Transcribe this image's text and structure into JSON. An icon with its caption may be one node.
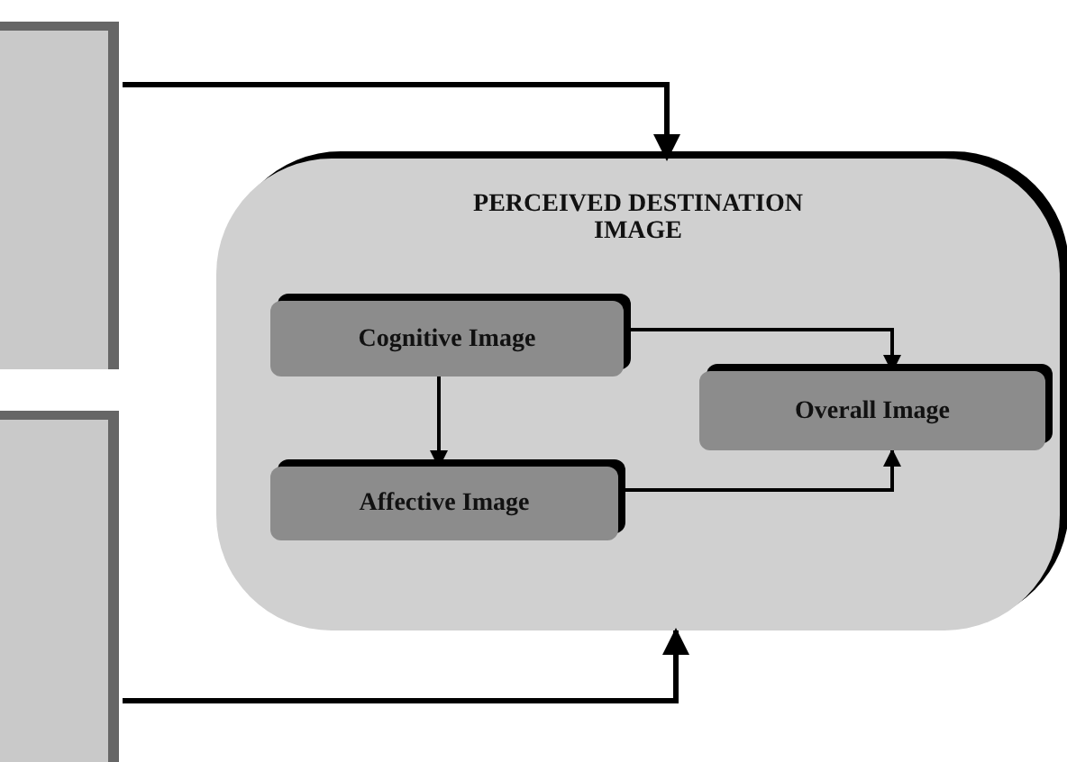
{
  "diagram": {
    "nodes": [
      {
        "text": [],
        "shape": "box"
      },
      {
        "text": [],
        "shape": "box"
      },
      {
        "text": [
          "PERCEIVED DESTINATION IMAGE"
        ]
      },
      {
        "text": [
          "Cognitive Image"
        ],
        "in": 2
      },
      {
        "text": [
          "Affective Image"
        ],
        "in": 2
      },
      {
        "text": [
          "Overall Image"
        ],
        "in": 2
      }
    ],
    "edges": [
      {
        "from": 0,
        "to": 2,
        "arrow": "to"
      },
      {
        "from": 1,
        "to": 2,
        "arrow": "to"
      },
      {
        "from": 3,
        "to": 4,
        "arrow": "to"
      },
      {
        "from": 3,
        "to": 5,
        "arrow": "to"
      },
      {
        "from": 4,
        "to": 5,
        "arrow": "to"
      }
    ]
  }
}
